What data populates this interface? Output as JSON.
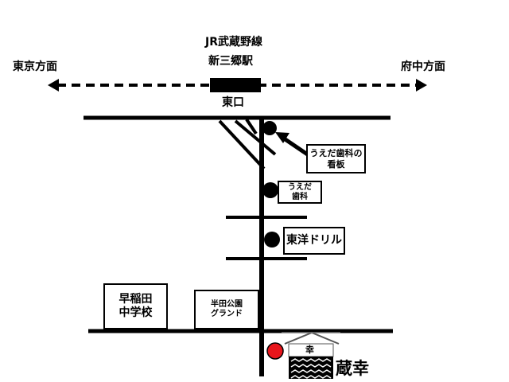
{
  "station": {
    "line_name": "JR武蔵野線",
    "station_name": "新三郷駅",
    "exit_label": "東口"
  },
  "directions": {
    "left_label": "東京方面",
    "right_label": "府中方面"
  },
  "landmarks": {
    "ueda_sign": "うえだ歯科の\n看板",
    "ueda_dental": "うえだ\n歯科",
    "toyo_drill": "東洋ドリル",
    "waseda_school": "早稲田\n中学校",
    "handa_park": "半田公園\nグランド",
    "kurasachi_name": "蔵幸",
    "kurasachi_emblem": "幸"
  },
  "colors": {
    "road": "#000000",
    "destination_marker": "#e8151b",
    "landmark_marker": "#000000",
    "background": "#ffffff"
  }
}
